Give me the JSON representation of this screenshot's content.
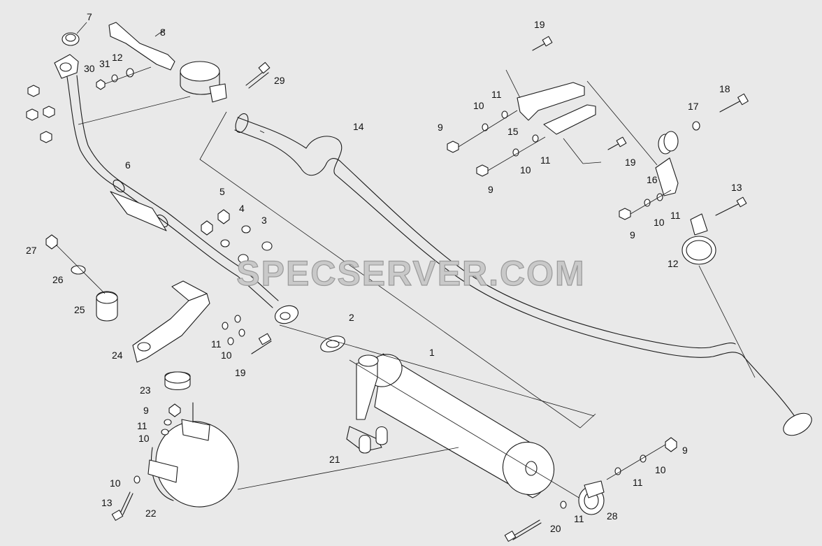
{
  "watermark": "SPECSERVER.COM",
  "callouts": [
    {
      "id": "c1",
      "text": "1"
    },
    {
      "id": "c2",
      "text": "2"
    },
    {
      "id": "c3",
      "text": "3"
    },
    {
      "id": "c4",
      "text": "4"
    },
    {
      "id": "c5",
      "text": "5"
    },
    {
      "id": "c6",
      "text": "6"
    },
    {
      "id": "c7",
      "text": "7"
    },
    {
      "id": "c8",
      "text": "8"
    },
    {
      "id": "c9a",
      "text": "9"
    },
    {
      "id": "c9b",
      "text": "9"
    },
    {
      "id": "c9c",
      "text": "9"
    },
    {
      "id": "c9d",
      "text": "9"
    },
    {
      "id": "c9e",
      "text": "9"
    },
    {
      "id": "c10a",
      "text": "10"
    },
    {
      "id": "c10b",
      "text": "10"
    },
    {
      "id": "c10c",
      "text": "10"
    },
    {
      "id": "c10d",
      "text": "10"
    },
    {
      "id": "c10e",
      "text": "10"
    },
    {
      "id": "c10f",
      "text": "10"
    },
    {
      "id": "c10g",
      "text": "10"
    },
    {
      "id": "c11a",
      "text": "11"
    },
    {
      "id": "c11b",
      "text": "11"
    },
    {
      "id": "c11c",
      "text": "11"
    },
    {
      "id": "c11d",
      "text": "11"
    },
    {
      "id": "c11e",
      "text": "11"
    },
    {
      "id": "c11f",
      "text": "11"
    },
    {
      "id": "c11g",
      "text": "11"
    },
    {
      "id": "c12a",
      "text": "12"
    },
    {
      "id": "c12b",
      "text": "12"
    },
    {
      "id": "c13a",
      "text": "13"
    },
    {
      "id": "c13b",
      "text": "13"
    },
    {
      "id": "c14",
      "text": "14"
    },
    {
      "id": "c15",
      "text": "15"
    },
    {
      "id": "c16",
      "text": "16"
    },
    {
      "id": "c17",
      "text": "17"
    },
    {
      "id": "c18",
      "text": "18"
    },
    {
      "id": "c19a",
      "text": "19"
    },
    {
      "id": "c19b",
      "text": "19"
    },
    {
      "id": "c19c",
      "text": "19"
    },
    {
      "id": "c20",
      "text": "20"
    },
    {
      "id": "c21",
      "text": "21"
    },
    {
      "id": "c22",
      "text": "22"
    },
    {
      "id": "c23",
      "text": "23"
    },
    {
      "id": "c24",
      "text": "24"
    },
    {
      "id": "c25",
      "text": "25"
    },
    {
      "id": "c26",
      "text": "26"
    },
    {
      "id": "c27",
      "text": "27"
    },
    {
      "id": "c28",
      "text": "28"
    },
    {
      "id": "c29",
      "text": "29"
    },
    {
      "id": "c30",
      "text": "30"
    },
    {
      "id": "c31",
      "text": "31"
    }
  ]
}
